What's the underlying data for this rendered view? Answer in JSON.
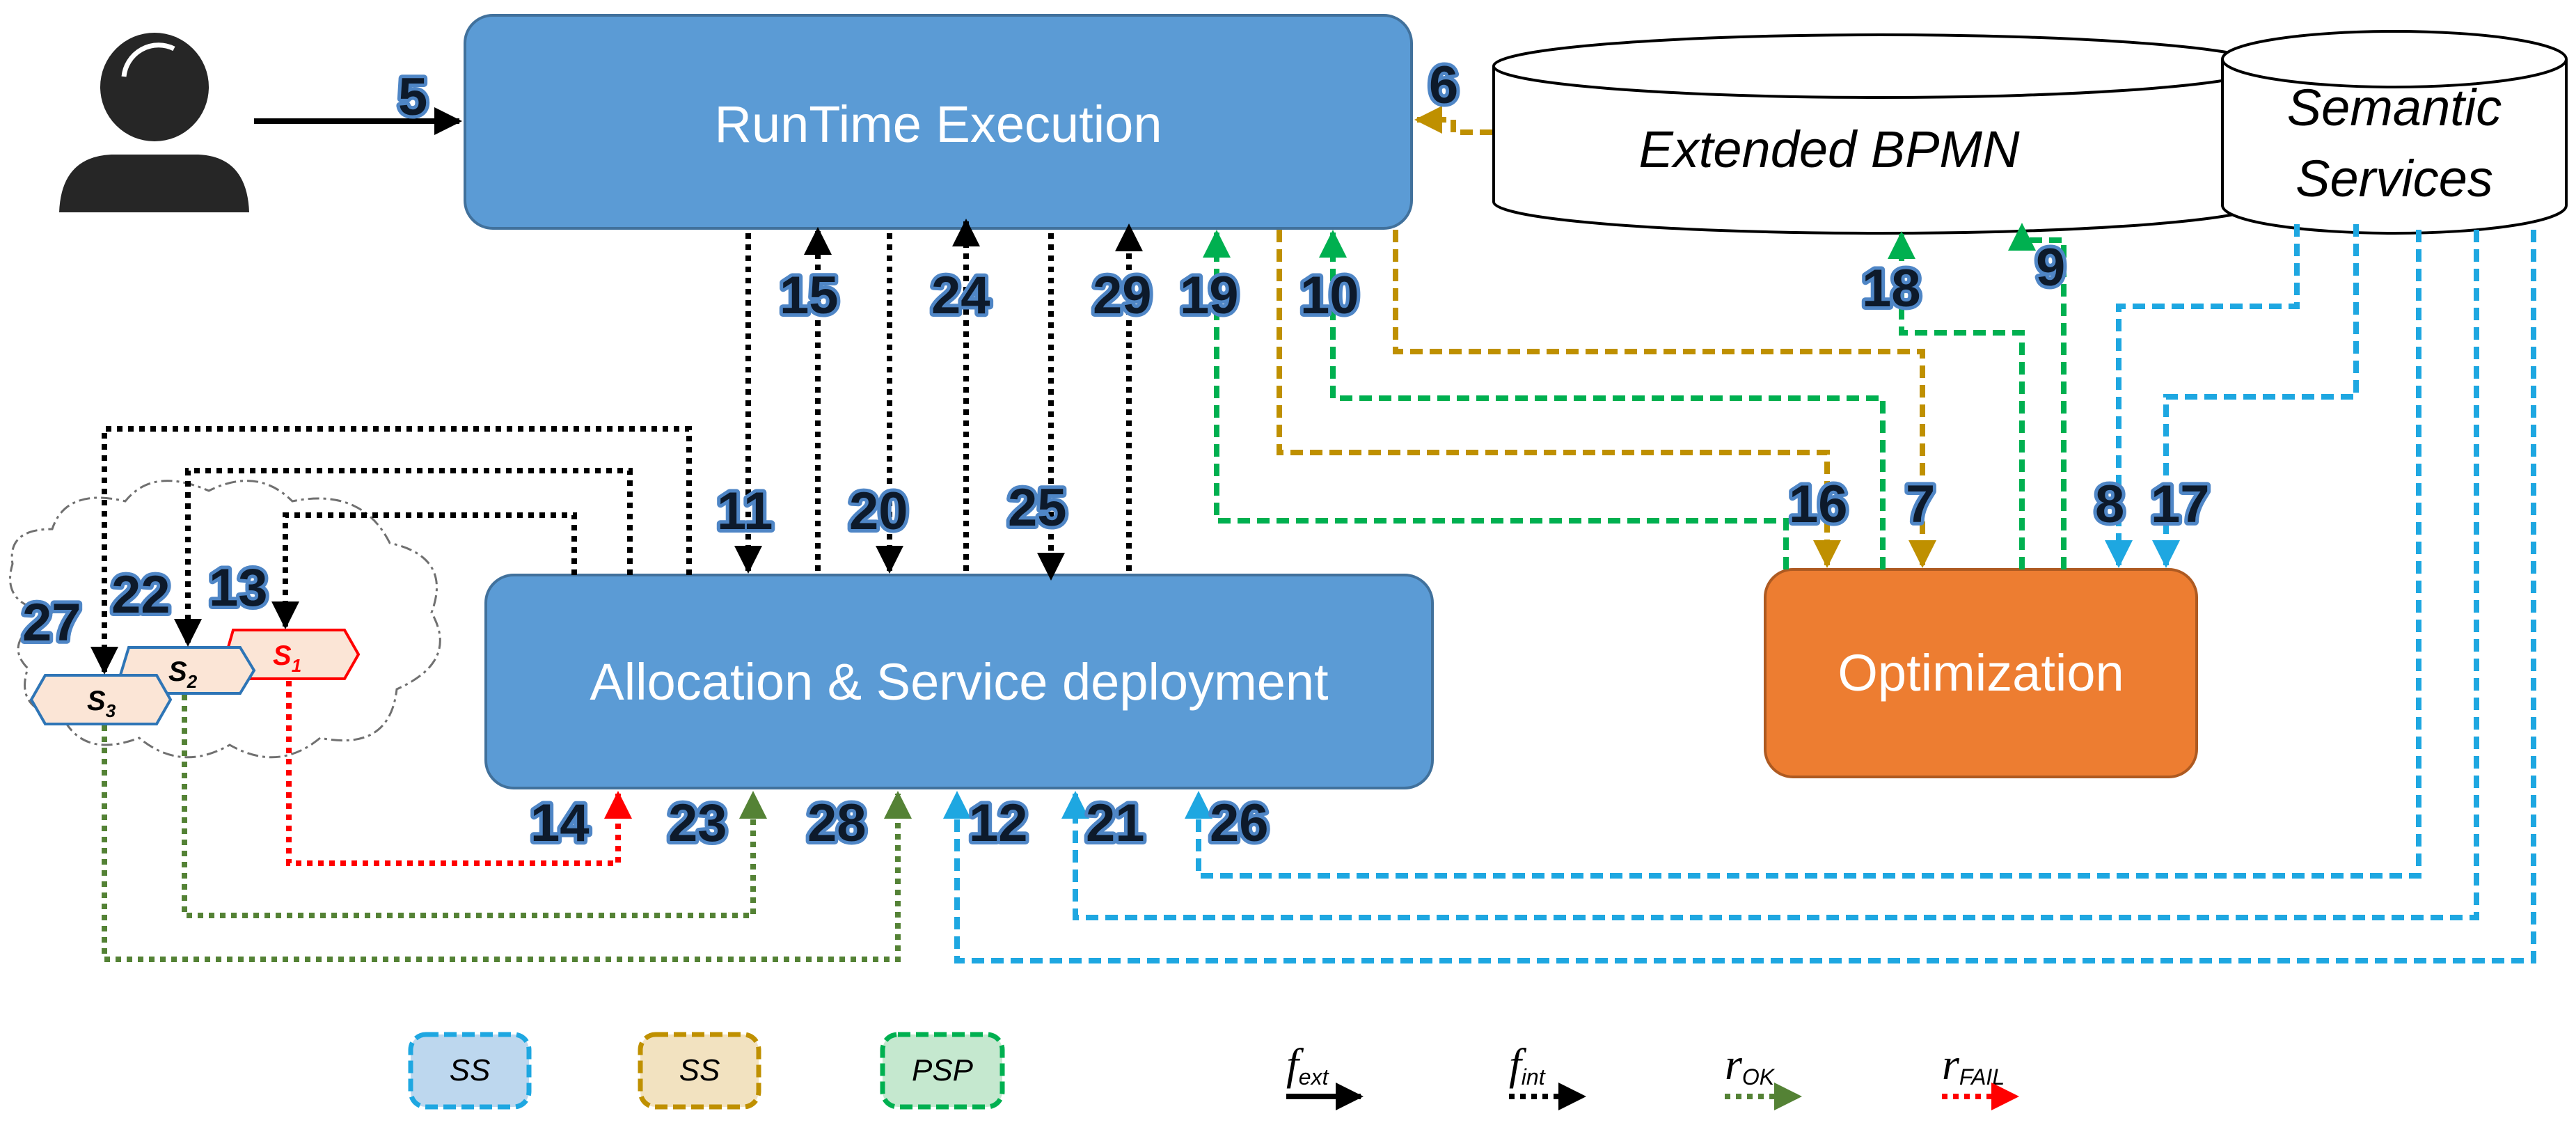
{
  "boxes": {
    "runtime": "RunTime Execution",
    "allocation": "Allocation & Service deployment",
    "optimization": "Optimization"
  },
  "databases": {
    "bpmn": "Extended BPMN",
    "semantic_line1": "Semantic",
    "semantic_line2": "Services"
  },
  "services": {
    "s1": "S",
    "s1_sub": "1",
    "s2": "S",
    "s2_sub": "2",
    "s3": "S",
    "s3_sub": "3"
  },
  "steps": [
    "5",
    "6",
    "7",
    "8",
    "9",
    "10",
    "11",
    "12",
    "13",
    "14",
    "15",
    "16",
    "17",
    "18",
    "19",
    "20",
    "21",
    "22",
    "23",
    "24",
    "25",
    "26",
    "27",
    "28",
    "29"
  ],
  "legend": {
    "ss_blue": "SS",
    "ss_gold": "SS",
    "psp": "PSP",
    "f_ext": "f",
    "f_ext_sub": "ext",
    "f_int": "f",
    "f_int_sub": "int",
    "r_ok": "r",
    "r_ok_sub": "OK",
    "r_fail": "r",
    "r_fail_sub": "FAIL"
  },
  "colors": {
    "box_blue": "#5b9bd5",
    "box_orange": "#ed7d31",
    "gold": "#bf9000",
    "green": "#00b050",
    "cyan": "#1ea7e1",
    "olive": "#548235",
    "red": "#ff0000",
    "black": "#000000",
    "label_fill": "#4f86c6"
  },
  "icons": [
    "user-icon",
    "cloud-icon"
  ]
}
